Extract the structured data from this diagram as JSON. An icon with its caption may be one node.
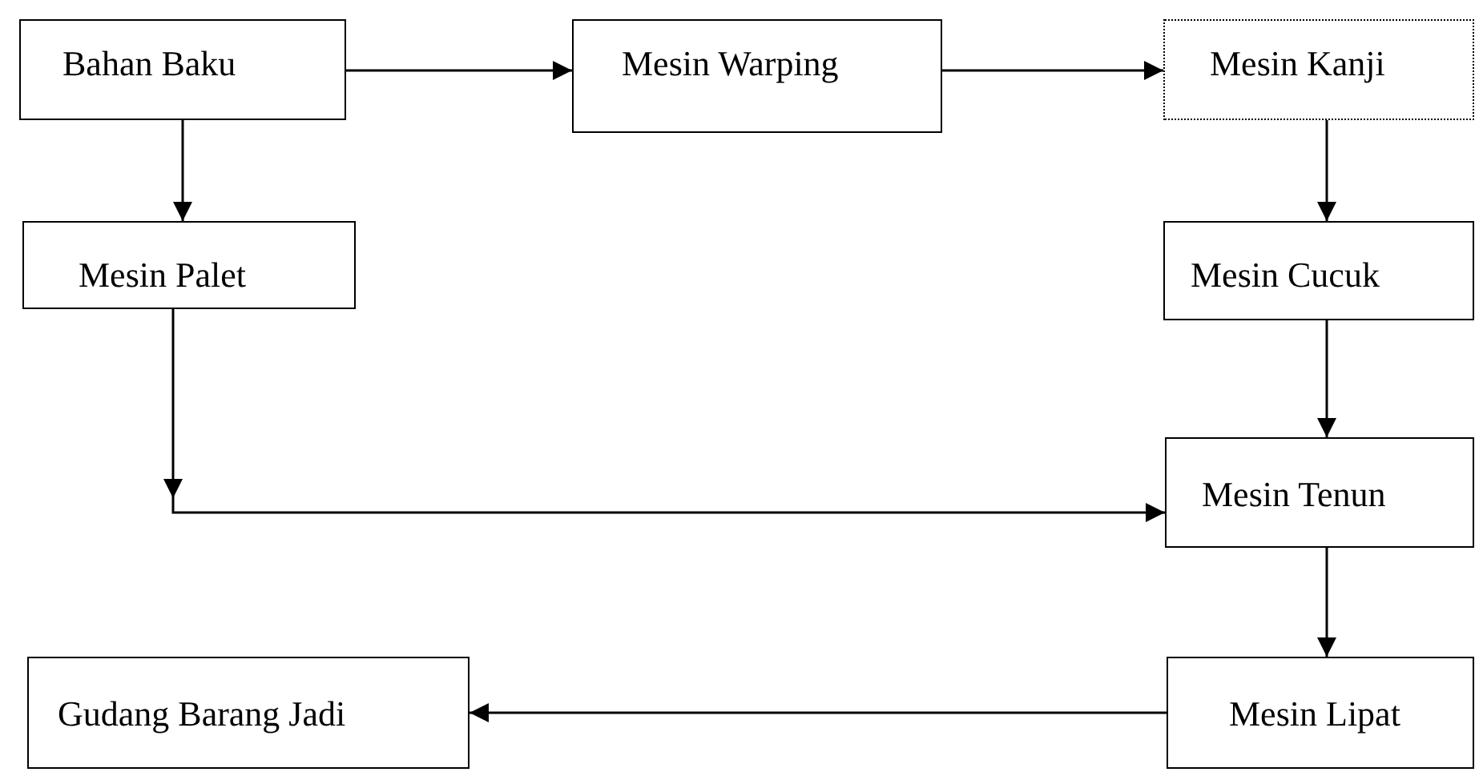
{
  "diagram": {
    "nodes": [
      {
        "text": [
          "Bahan Baku"
        ]
      },
      {
        "text": [
          "Mesin Warping"
        ]
      },
      {
        "text": [
          "Mesin Kanji"
        ]
      },
      {
        "text": [
          "Mesin Palet"
        ]
      },
      {
        "text": [
          "Mesin Cucuk"
        ]
      },
      {
        "text": [
          "Mesin Tenun"
        ]
      },
      {
        "text": [
          "Gudang Barang Jadi"
        ]
      },
      {
        "text": [
          "Mesin Lipat"
        ]
      }
    ],
    "edges": [
      {
        "from": 0,
        "to": 1,
        "arrow": "to"
      },
      {
        "from": 1,
        "to": 2,
        "arrow": "to"
      },
      {
        "from": 0,
        "to": 3,
        "arrow": "to"
      },
      {
        "from": 2,
        "to": 4,
        "arrow": "to"
      },
      {
        "from": 3,
        "to": 5,
        "arrow": "to"
      },
      {
        "from": 4,
        "to": 5,
        "arrow": "to"
      },
      {
        "from": 5,
        "to": 7,
        "arrow": "to"
      },
      {
        "from": 7,
        "to": 6,
        "arrow": "to"
      }
    ]
  }
}
